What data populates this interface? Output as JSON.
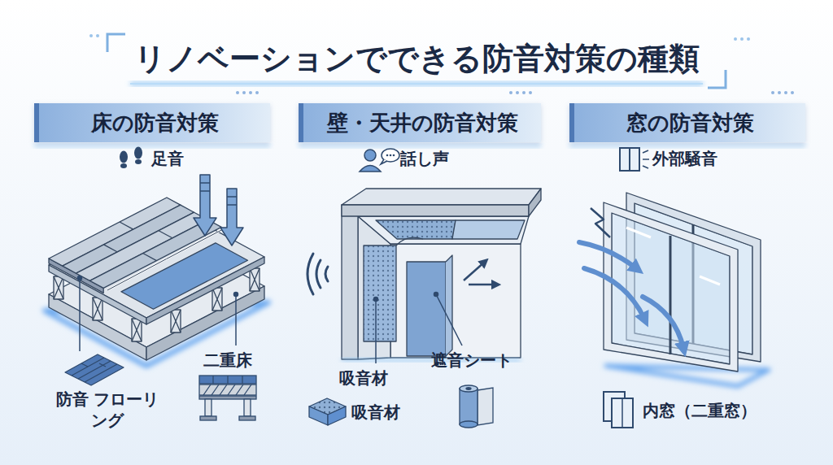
{
  "diagram": {
    "title": "リノベーションでできる防音対策の種類",
    "nodes": [
      {
        "text": [
          "床の防音対策"
        ]
      },
      {
        "text": [
          "壁・天井の防音対策"
        ]
      },
      {
        "text": [
          "窓の防音対策"
        ]
      }
    ],
    "labels": [
      "足音",
      "話し声",
      "外部騒音",
      "防音 フローリング",
      "二重床",
      "吸音材",
      "遮音シート",
      "吸音材",
      "内窓（二重窓）"
    ]
  }
}
